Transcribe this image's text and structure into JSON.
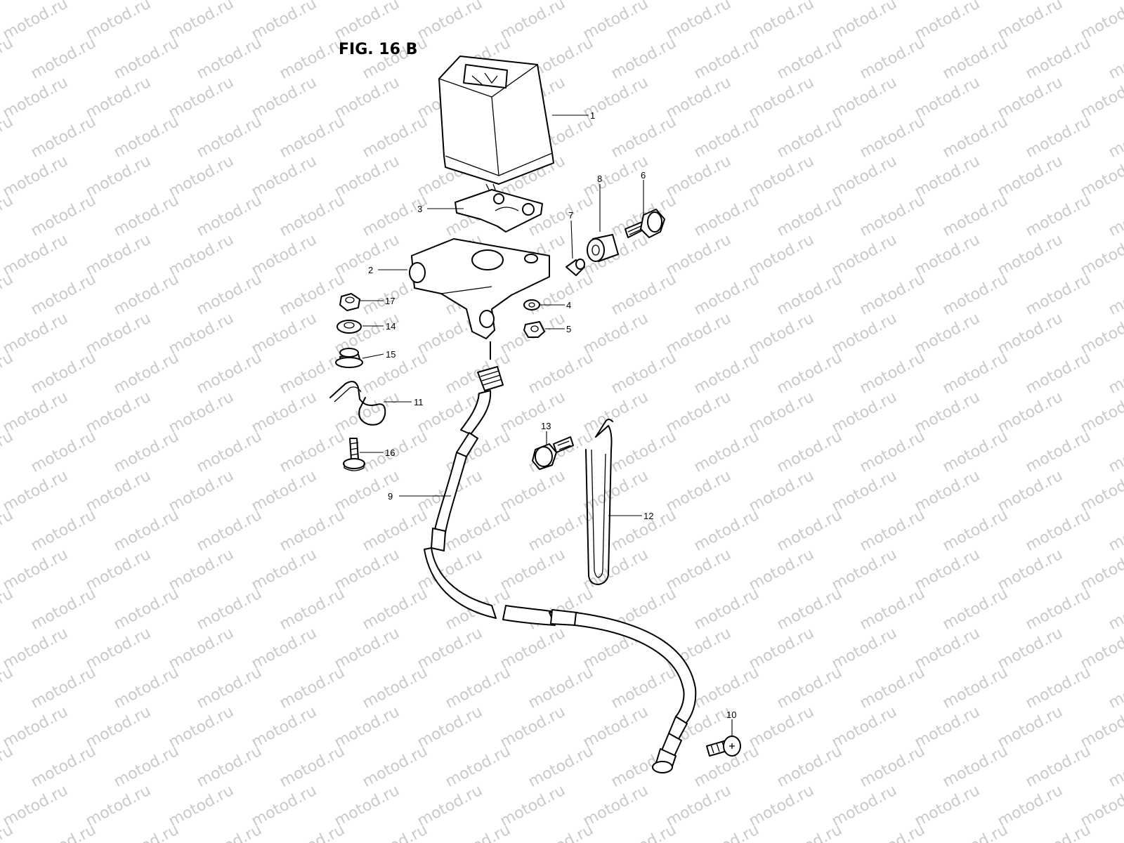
{
  "figure": {
    "title": "FIG. 16 B",
    "watermark": "motod.ru",
    "colors": {
      "line": "#000000",
      "background": "#ffffff",
      "watermark": "#c9c9c9"
    }
  },
  "callouts": {
    "c1": "1",
    "c2": "2",
    "c3": "3",
    "c4": "4",
    "c5": "5",
    "c6": "6",
    "c7": "7",
    "c8": "8",
    "c9": "9",
    "c10": "10",
    "c11": "11",
    "c12": "12",
    "c13": "13",
    "c14": "14",
    "c15": "15",
    "c16": "16",
    "c17": "17"
  }
}
